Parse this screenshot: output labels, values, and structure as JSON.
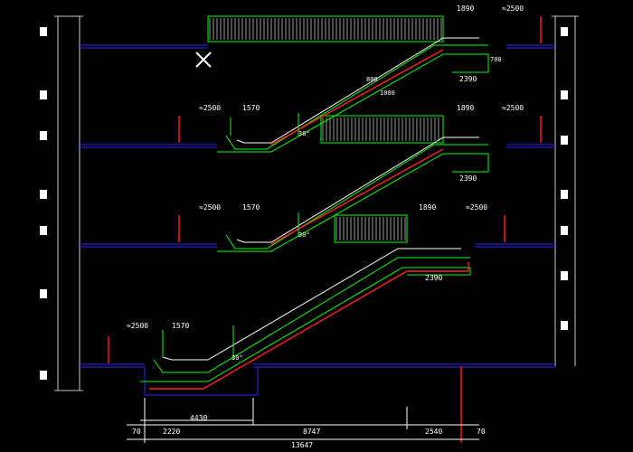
{
  "dimensions": {
    "top_width": "1890",
    "top_side": "≈2500",
    "upper_height": "700",
    "bottom_depth": "2390",
    "landing_left": "≈2500",
    "landing_run": "1570",
    "angle": "30°",
    "rail_label": "800",
    "rail_label2": "1000",
    "mid_top_width": "1890",
    "mid_top_side": "≈2500",
    "lower_top_width": "1890",
    "lower_top_side": "≈2500",
    "lower_depth": "2390",
    "pit_width": "4430",
    "bottom_total": "13647",
    "bottom_seg_left": "70",
    "bottom_seg_a": "2220",
    "bottom_seg_b": "8747",
    "bottom_seg_c": "2540",
    "bottom_seg_right": "70"
  },
  "colors": {
    "structure": "#00ff00",
    "handrail": "#ffffff",
    "track": "#ff2020",
    "floor": "#2a2aff"
  },
  "icons": {
    "cursor": "crosshair-x-icon"
  }
}
